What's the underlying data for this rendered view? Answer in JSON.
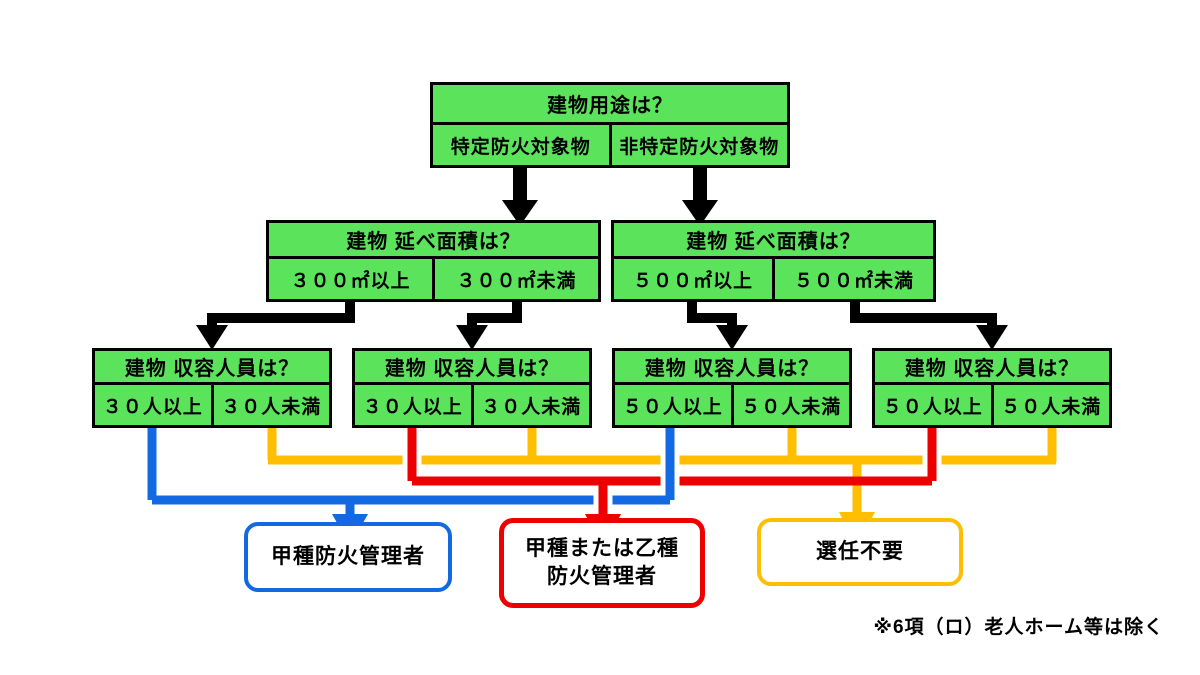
{
  "colors": {
    "box_fill_green": "#5ce35c",
    "outline_black": "#000000",
    "path_blue": "#1269e2",
    "path_red": "#ed0000",
    "path_yellow": "#ffbf00",
    "background": "#ffffff"
  },
  "root": {
    "title": "建物用途は？",
    "left": "特定防火対象物",
    "right": "非特定防火対象物"
  },
  "area": [
    {
      "title": "建物 延べ面積は？",
      "left": "３００㎡以上",
      "right": "３００㎡未満"
    },
    {
      "title": "建物 延べ面積は？",
      "left": "５００㎡以上",
      "right": "５００㎡未満"
    }
  ],
  "capacity": [
    {
      "title": "建物 収容人員は？",
      "left": "３０人以上",
      "right": "３０人未満"
    },
    {
      "title": "建物 収容人員は？",
      "left": "３０人以上",
      "right": "３０人未満"
    },
    {
      "title": "建物 収容人員は？",
      "left": "５０人以上",
      "right": "５０人未満"
    },
    {
      "title": "建物 収容人員は？",
      "left": "５０人以上",
      "right": "５０人未満"
    }
  ],
  "results": [
    {
      "line1": "甲種防火管理者",
      "line2": ""
    },
    {
      "line1": "甲種または乙種",
      "line2": "防火管理者"
    },
    {
      "line1": "選任不要",
      "line2": ""
    }
  ],
  "note": "※6項（ロ）老人ホーム等は除く"
}
